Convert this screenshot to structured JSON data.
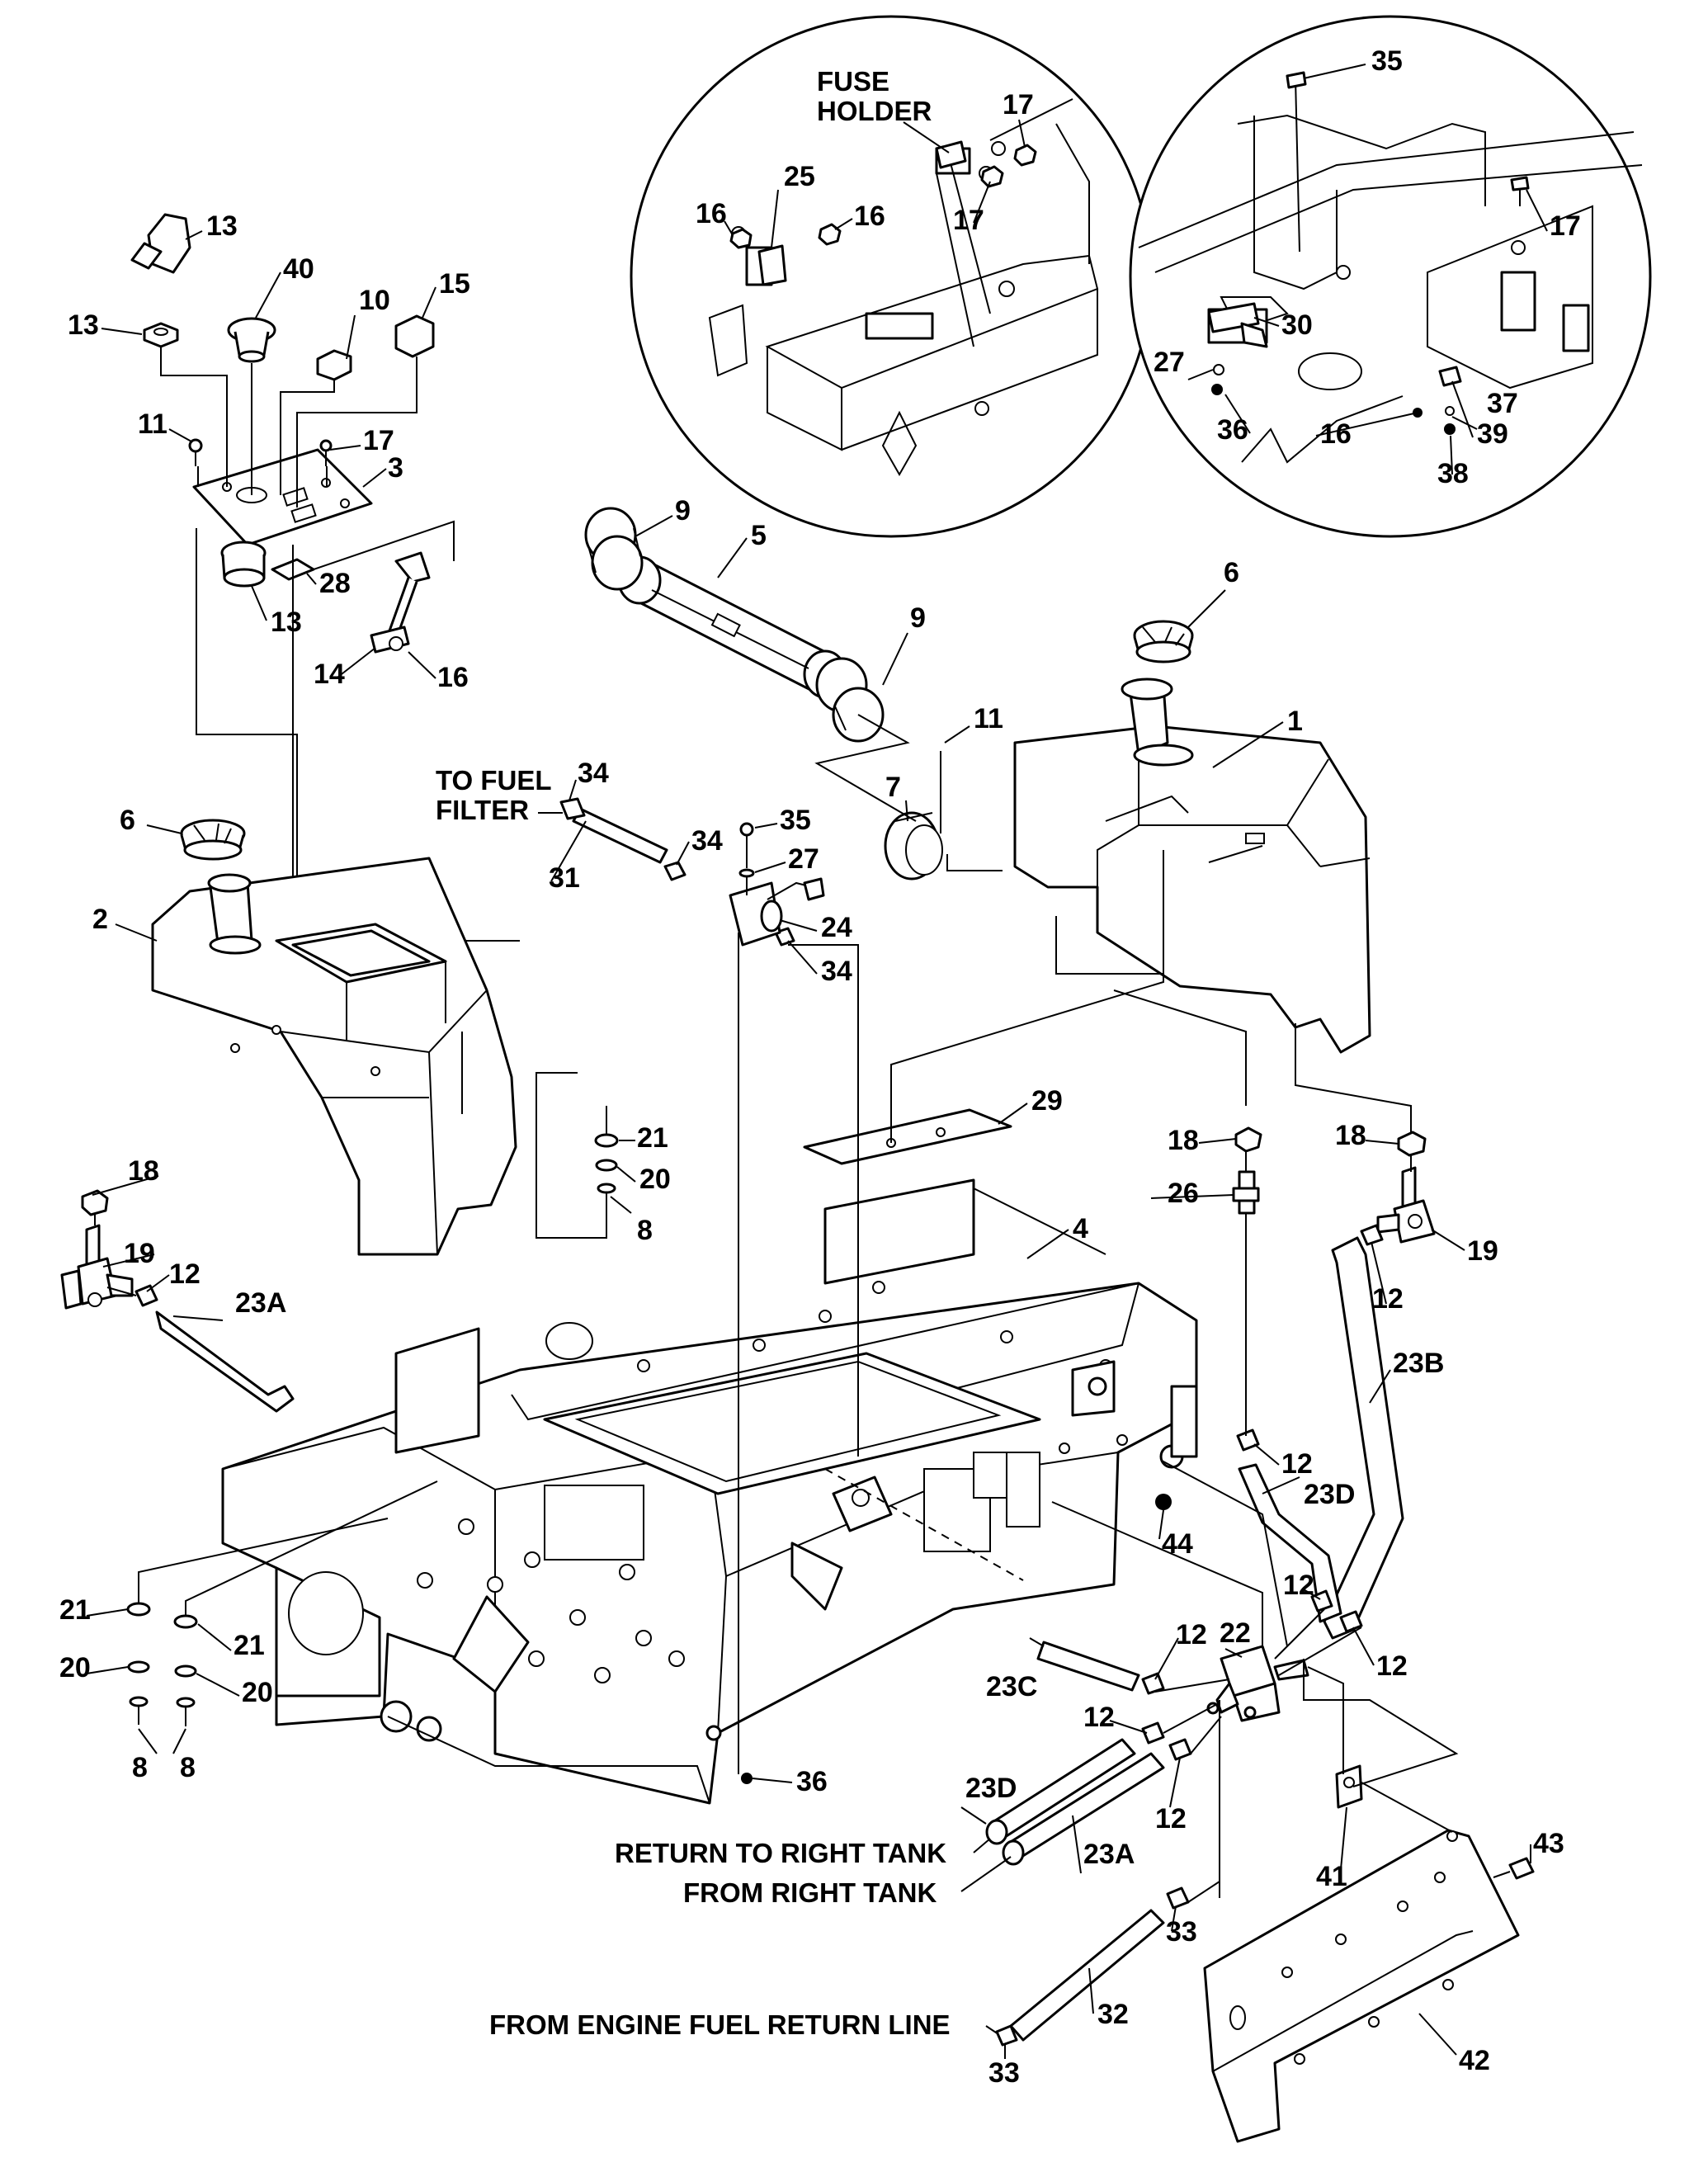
{
  "callouts": {
    "c1": "1",
    "c2": "2",
    "c3": "3",
    "c4": "4",
    "c5": "5",
    "c6a": "6",
    "c6b": "6",
    "c7": "7",
    "c8a": "8",
    "c8b": "8",
    "c8c": "8",
    "c9a": "9",
    "c9b": "9",
    "c10": "10",
    "c11a": "11",
    "c11b": "11",
    "c12a": "12",
    "c12b": "12",
    "c12c": "12",
    "c12d": "12",
    "c12e": "12",
    "c12f": "12",
    "c12g": "12",
    "c12h": "12",
    "c13a": "13",
    "c13b": "13",
    "c13c": "13",
    "c14": "14",
    "c15": "15",
    "c16a": "16",
    "c16b": "16",
    "c16c": "16",
    "c16d": "16",
    "c17a": "17",
    "c17b": "17",
    "c17c": "17",
    "c17d": "17",
    "c18a": "18",
    "c18b": "18",
    "c18c": "18",
    "c19a": "19",
    "c19b": "19",
    "c20a": "20",
    "c20b": "20",
    "c20c": "20",
    "c21a": "21",
    "c21b": "21",
    "c21c": "21",
    "c22": "22",
    "c23a1": "23A",
    "c23a2": "23A",
    "c23b": "23B",
    "c23c": "23C",
    "c23d1": "23D",
    "c23d2": "23D",
    "c24": "24",
    "c25": "25",
    "c26": "26",
    "c27a": "27",
    "c27b": "27",
    "c28": "28",
    "c29": "29",
    "c30": "30",
    "c31": "31",
    "c32": "32",
    "c33a": "33",
    "c33b": "33",
    "c34a": "34",
    "c34b": "34",
    "c34c": "34",
    "c35a": "35",
    "c35b": "35",
    "c36a": "36",
    "c36b": "36",
    "c37": "37",
    "c38": "38",
    "c39": "39",
    "c40": "40",
    "c41": "41",
    "c42": "42",
    "c43": "43",
    "c44": "44"
  },
  "notes": {
    "fuse_holder_line1": "FUSE",
    "fuse_holder_line2": "HOLDER",
    "to_fuel_filter_line1": "TO FUEL",
    "to_fuel_filter_line2": "FILTER",
    "return_to_right_tank": "RETURN TO RIGHT TANK",
    "from_right_tank": "FROM RIGHT TANK",
    "from_engine_fuel_return_line": "FROM ENGINE FUEL RETURN LINE"
  }
}
